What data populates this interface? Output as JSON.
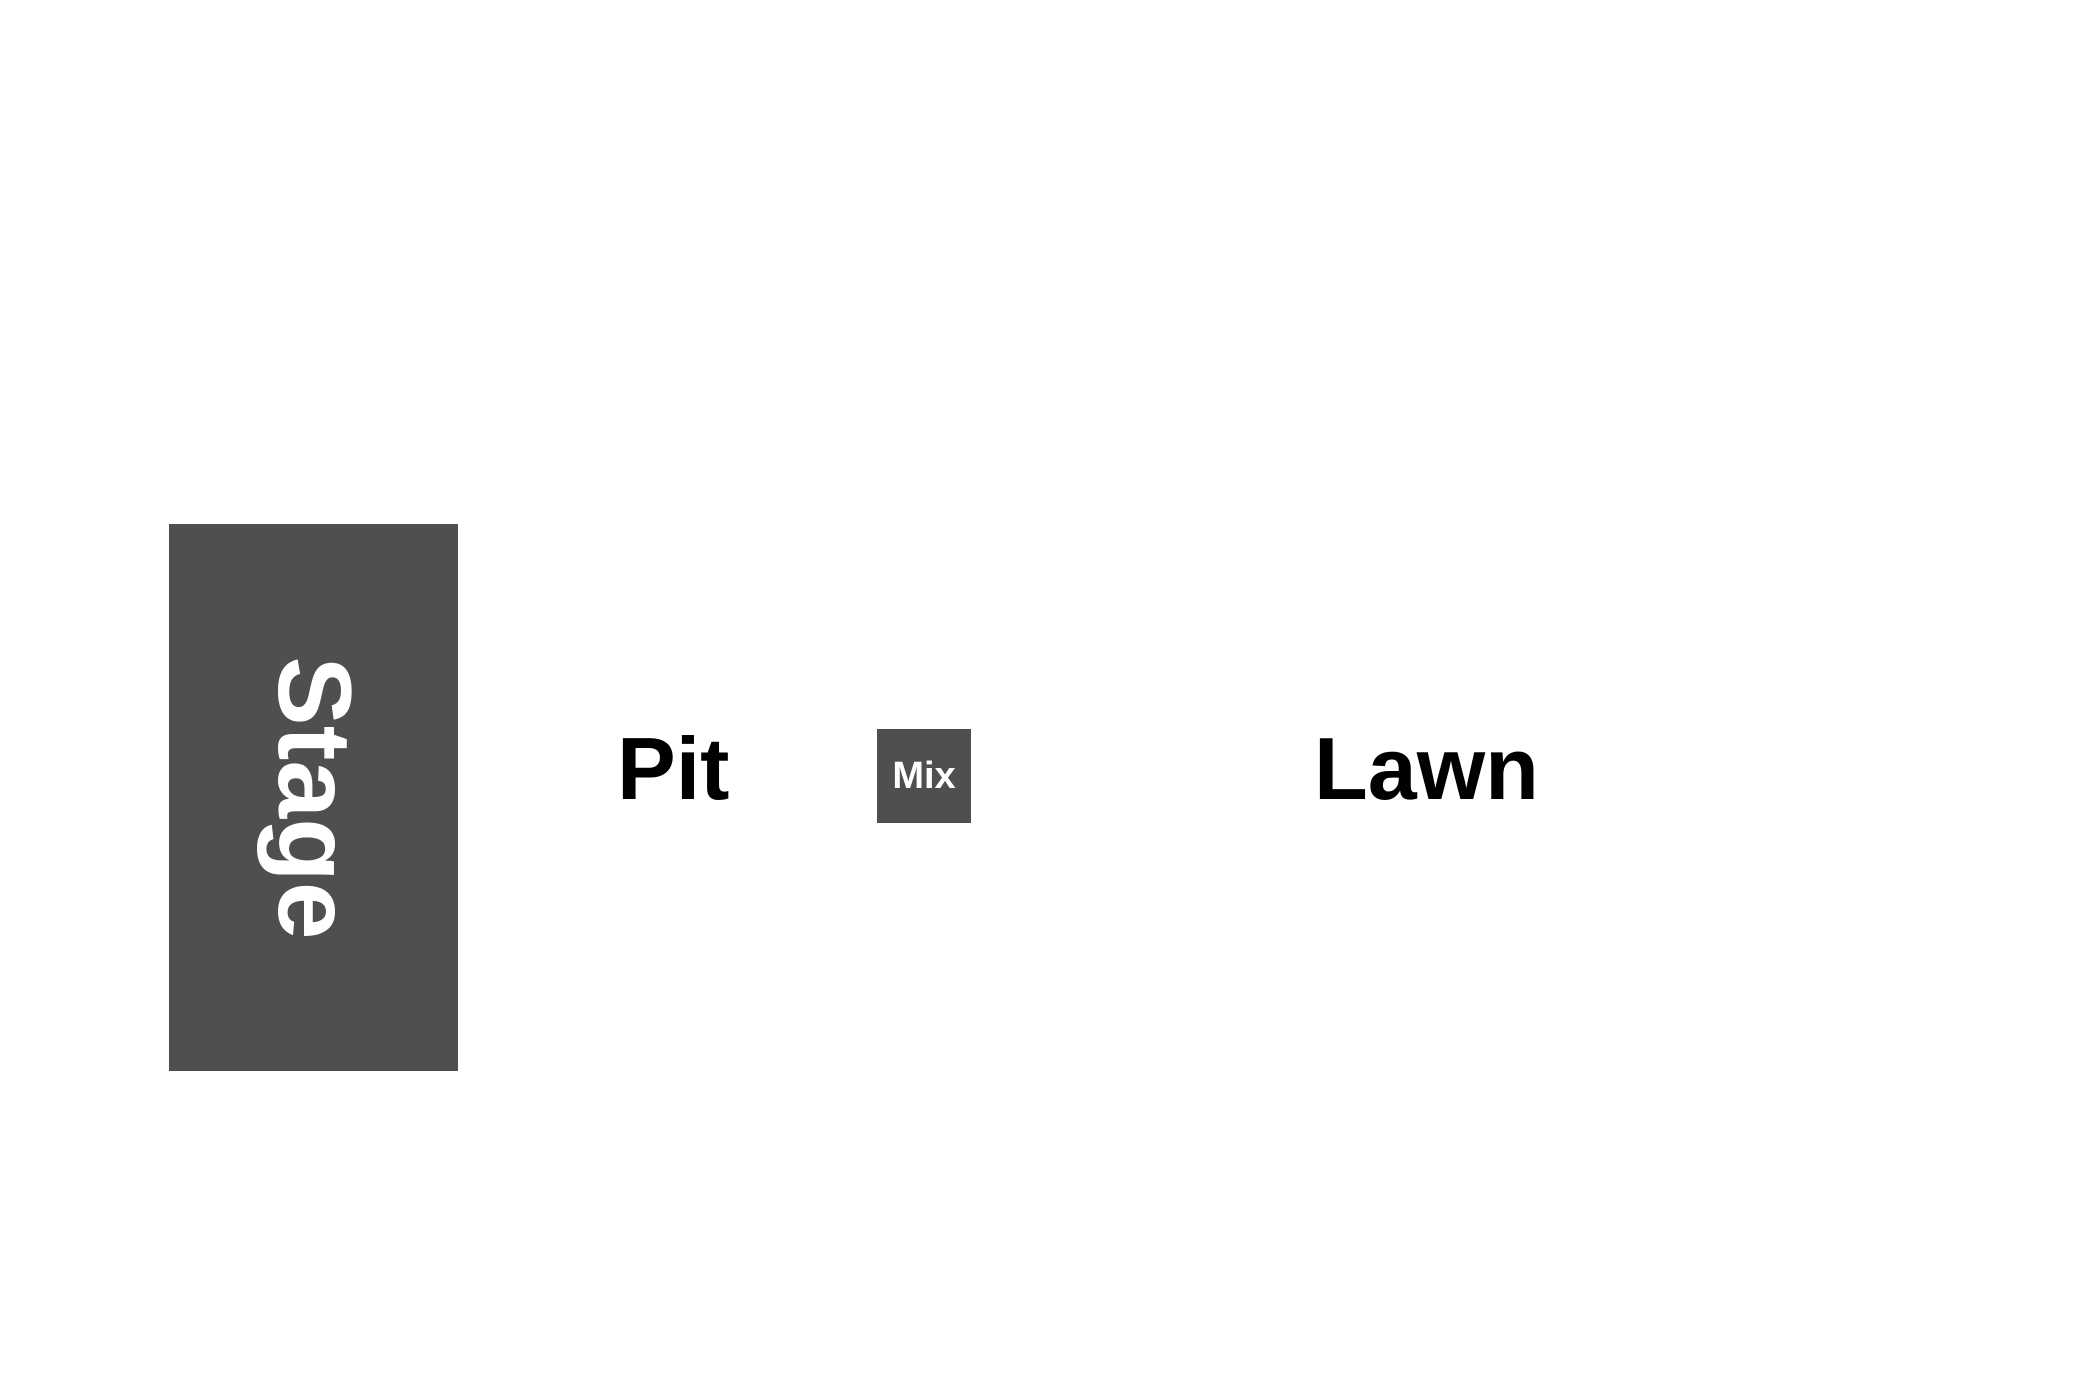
{
  "seating_map": {
    "stage": {
      "label": "Stage",
      "fill_color": "#4f4f4f",
      "text_color": "#ffffff"
    },
    "pit": {
      "label": "Pit",
      "text_color": "#000000"
    },
    "mix": {
      "label": "Mix",
      "fill_color": "#4f4f4f",
      "text_color": "#ffffff"
    },
    "lawn": {
      "label": "Lawn",
      "text_color": "#000000"
    }
  }
}
